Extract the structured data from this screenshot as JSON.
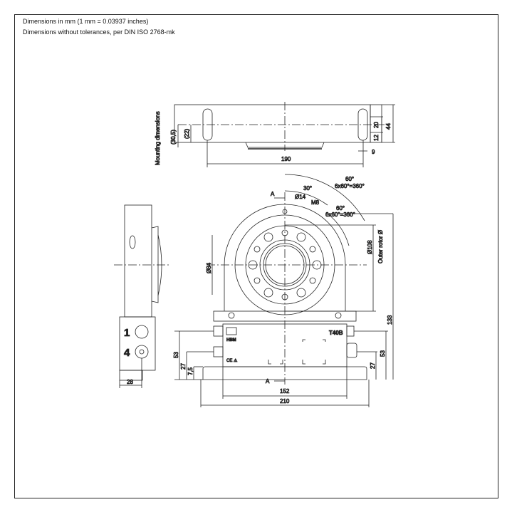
{
  "notes": {
    "line1": "Dimensions in mm (1 mm = 0.03937 inches)",
    "line2": "Dimensions without tolerances, per DIN ISO 2768-mk"
  },
  "top_view": {
    "mounting_label": "Mounting dimensions",
    "d_30_5": "(30,5)",
    "d_22": "(22)",
    "d_20": "20",
    "d_12": "12",
    "d_44": "44",
    "d_9": "9",
    "d_190": "190"
  },
  "front_view": {
    "section_marker": "A",
    "angle_60_outer": "60°",
    "pattern_outer": "6x60°=360°",
    "angle_30": "30°",
    "d_14": "Ø14",
    "m8": "M8",
    "angle_60_inner": "60°",
    "pattern_inner": "6x60°=360°",
    "d_108": "Ø108",
    "outer_rotor": "Outer rotor Ø",
    "d_84": "Ø84",
    "d_133": "133",
    "d_53_left": "53",
    "d_27_left": "27",
    "d_7_5": "7,5",
    "d_53_right": "53",
    "d_27_right": "27",
    "d_152": "152",
    "d_210": "210",
    "logo_text": "HBM",
    "model": "T40B",
    "ce_mark": "CE ⚠"
  },
  "side_view": {
    "connector_1": "1",
    "connector_4": "4",
    "d_28": "28"
  }
}
